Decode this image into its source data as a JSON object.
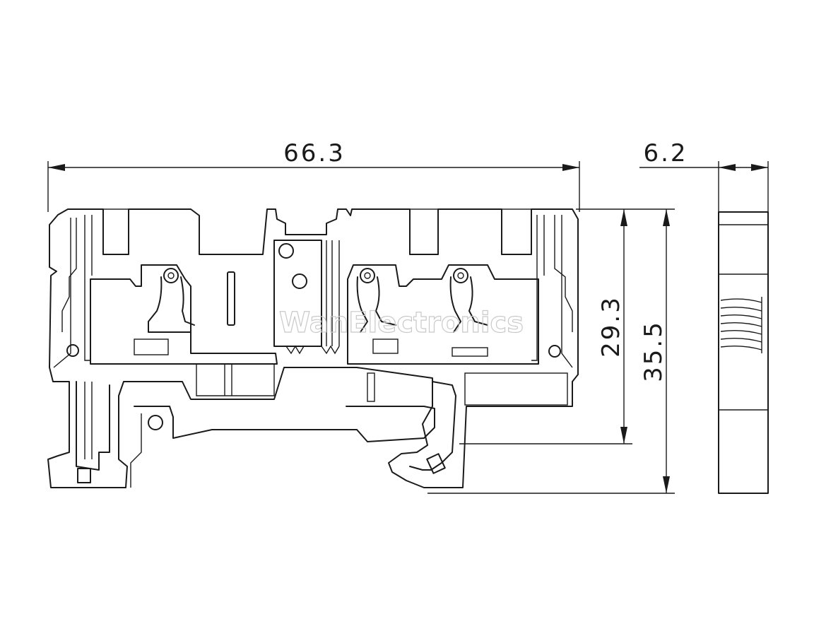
{
  "dimensions": {
    "width": "66.3",
    "thickness": "6.2",
    "height_inner": "29.3",
    "height_total": "35.5"
  },
  "watermark": "WanElectronics",
  "colors": {
    "line": "#1a1a1a",
    "background": "#ffffff",
    "watermark": "#c9c9c9"
  }
}
